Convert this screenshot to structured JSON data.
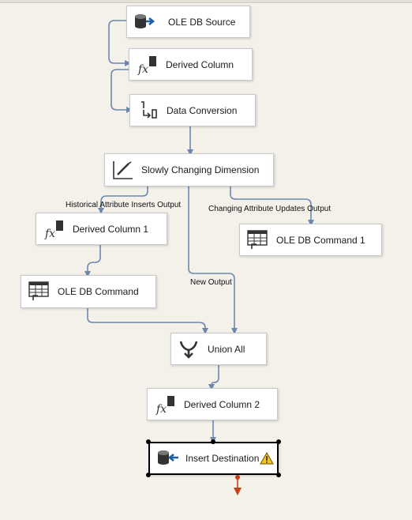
{
  "nodes": {
    "ole_db_source": {
      "label": "OLE DB Source",
      "icon": "database-source-icon"
    },
    "derived_column": {
      "label": "Derived Column",
      "icon": "fx-icon"
    },
    "data_conversion": {
      "label": "Data Conversion",
      "icon": "conversion-icon"
    },
    "scd": {
      "label": "Slowly Changing Dimension",
      "icon": "scd-pen-icon"
    },
    "derived_column_1": {
      "label": "Derived Column 1",
      "icon": "fx-icon"
    },
    "ole_db_command_1": {
      "label": "OLE DB Command 1",
      "icon": "table-command-icon"
    },
    "ole_db_command": {
      "label": "OLE DB Command",
      "icon": "table-command-icon"
    },
    "union_all": {
      "label": "Union All",
      "icon": "union-icon"
    },
    "derived_column_2": {
      "label": "Derived Column 2",
      "icon": "fx-icon"
    },
    "insert_destination": {
      "label": "Insert Destination",
      "icon": "database-destination-icon",
      "warning": "warning-icon"
    }
  },
  "path_labels": {
    "historical": "Historical Attribute Inserts Output",
    "changing": "Changing Attribute Updates Output",
    "new_output": "New Output"
  },
  "colors": {
    "wire": "#6d87ad",
    "error_wire": "#c7401a",
    "background": "#f4f1ea"
  }
}
